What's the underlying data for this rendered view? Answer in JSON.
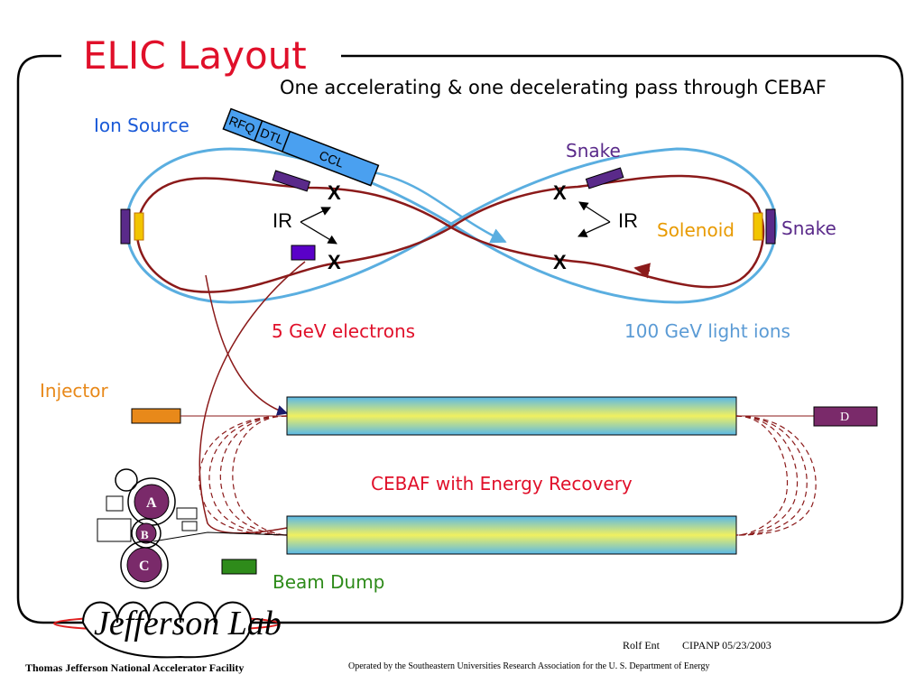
{
  "title": "ELIC Layout",
  "subtitle": "One accelerating & one decelerating pass through CEBAF",
  "labels": {
    "ion_source": "Ion Source",
    "rfq": "RFQ",
    "dtl": "DTL",
    "ccl": "CCL",
    "snake_top": "Snake",
    "snake_right": "Snake",
    "solenoid": "Solenoid",
    "ir_left": "IR",
    "ir_right": "IR",
    "x_mark": "X",
    "electrons": "5 GeV electrons",
    "ions": "100 GeV light ions",
    "injector": "Injector",
    "cebaf": "CEBAF with Energy Recovery",
    "beam_dump": "Beam Dump",
    "dump_d": "D",
    "hall_a": "A",
    "hall_b": "B",
    "hall_c": "C"
  },
  "logo": {
    "text": "Jefferson Lab",
    "facility": "Thomas Jefferson National Accelerator Facility"
  },
  "footer": {
    "author": "Rolf Ent",
    "conference": "CIPANP 05/23/2003",
    "operated_by": "Operated by the Southeastern Universities Research Association for the U. S. Department of Energy"
  },
  "colors": {
    "title_red": "#e0102a",
    "electron_ring": "#8b1a1a",
    "ion_ring": "#5aaee0",
    "ion_label": "#5b9bd5",
    "snake_purple": "#5a2a8a",
    "solenoid_yellow": "#f2c500",
    "injector_orange": "#e8891a",
    "beam_dump_green": "#2e8b1a",
    "source_blue": "#1a5ad8",
    "hall_purple": "#7a2a6a"
  }
}
